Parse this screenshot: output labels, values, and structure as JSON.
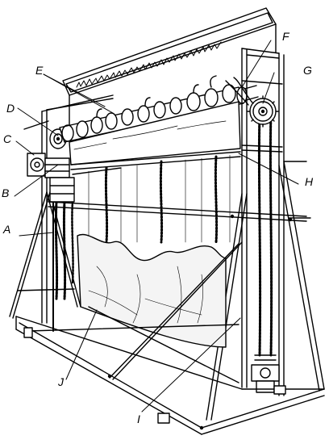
{
  "labels": {
    "A": "A",
    "B": "B",
    "C": "C",
    "D": "D",
    "E": "E",
    "F": "F",
    "G": "G",
    "H": "H",
    "I": "I",
    "J": "J"
  },
  "colors": {
    "ink": "#000000",
    "paper": "#ffffff",
    "fabric": "#f4f4f4"
  }
}
